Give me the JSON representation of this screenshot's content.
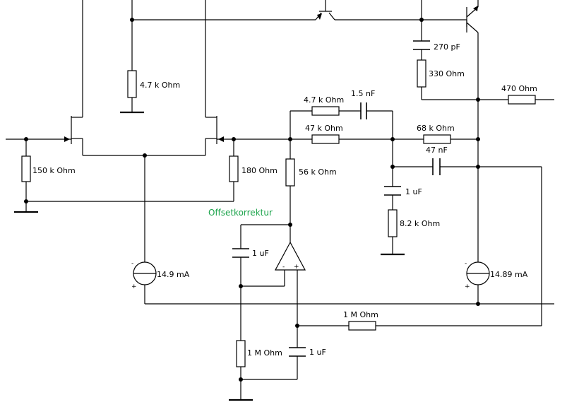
{
  "note": "Offsetkorrektur",
  "resistors": {
    "r_top": "4.7 k Ohm",
    "r_in": "150 k Ohm",
    "r_fb": "180  Ohm",
    "r_upper": "4.7 k Ohm",
    "r_47k": "47 k Ohm",
    "r_56k": "56 k Ohm",
    "r_68k": "68 k Ohm",
    "r_82k": "8.2 k Ohm",
    "r_330": "330  Ohm",
    "r_470": "470  Ohm",
    "r_1m_h": "1 M Ohm",
    "r_1m_v": "1 M Ohm"
  },
  "capacitors": {
    "c_270p": "270 pF",
    "c_15n": "1.5 nF",
    "c_47n": "47 nF",
    "c_1u_mid": "1 uF",
    "c_1u_left": "1 uF",
    "c_1u_bottom": "1 uF"
  },
  "sources": {
    "left": "14.9 mA",
    "right": "14.89 mA"
  },
  "opamp": {
    "minus": "-",
    "plus": "+"
  },
  "source_polarity": {
    "minus": "-",
    "plus": "+"
  }
}
